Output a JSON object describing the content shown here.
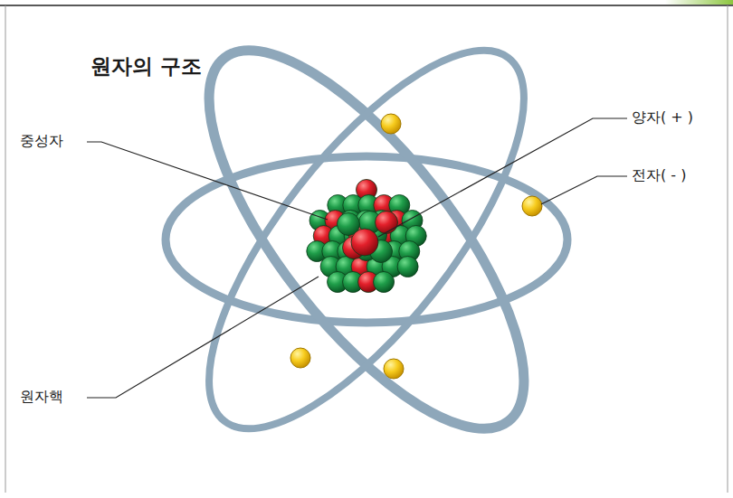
{
  "diagram": {
    "title": "원자의 구조",
    "labels": [
      "중성자",
      "양자( + )",
      "전자( - )",
      "원자핵"
    ]
  }
}
